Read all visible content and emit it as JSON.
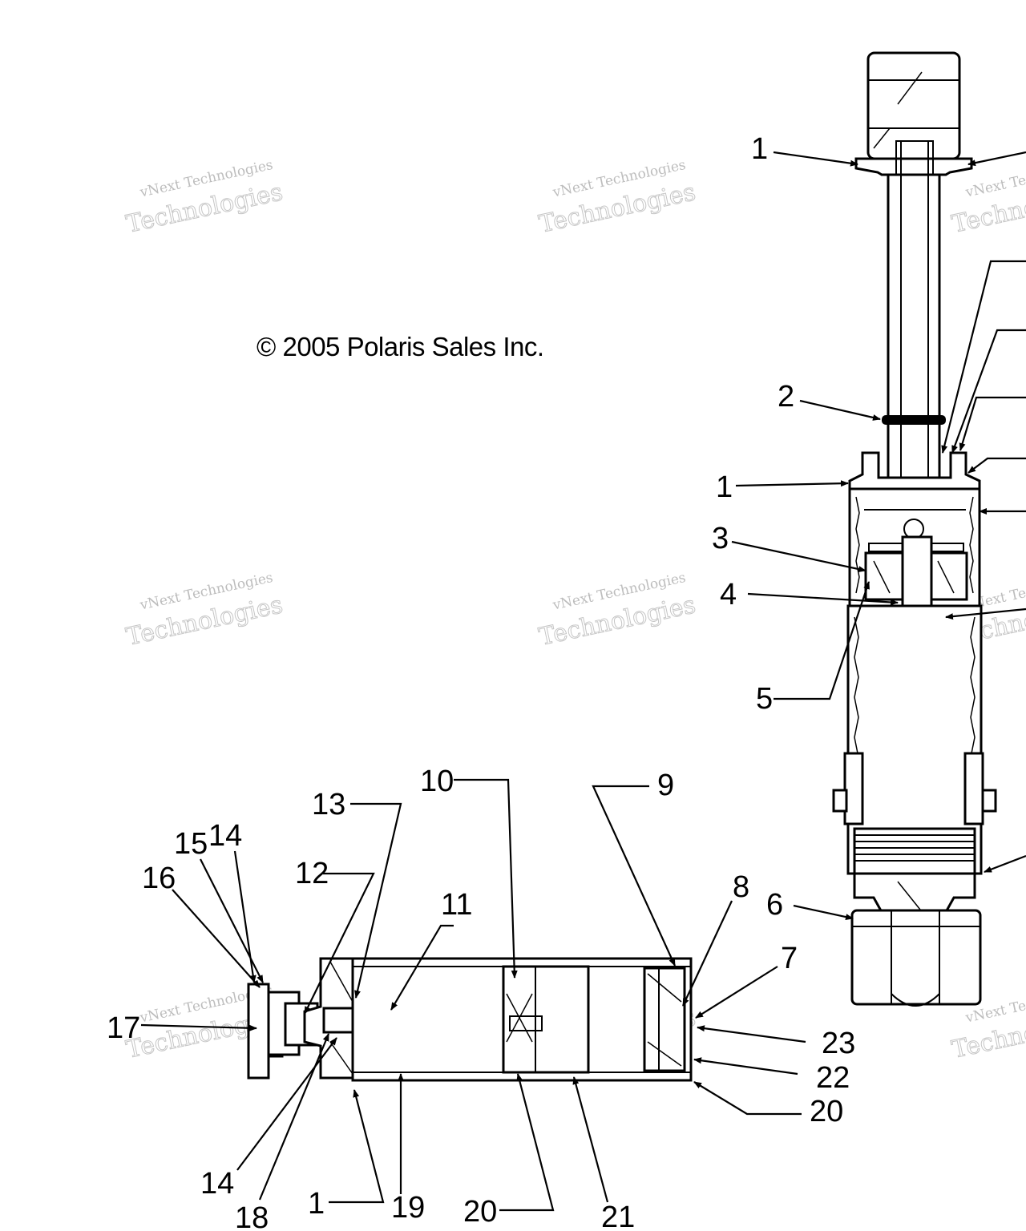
{
  "copyright": "© 2005 Polaris Sales Inc.",
  "watermark": {
    "line1": "vNext Technologies",
    "line2": "Technologies"
  },
  "callouts": {
    "c1a": "1",
    "c2": "2",
    "c1b": "1",
    "c3": "3",
    "c4": "4",
    "c5": "5",
    "c6": "6",
    "c7": "7",
    "c8": "8",
    "c9": "9",
    "c10": "10",
    "c11": "11",
    "c12": "12",
    "c13": "13",
    "c14a": "14",
    "c15": "15",
    "c16": "16",
    "c17": "17",
    "c23": "23",
    "c22": "22",
    "c20a": "20",
    "c14b": "14",
    "c18": "18",
    "c1c": "1",
    "c19": "19",
    "c20b": "20",
    "c21": "21"
  }
}
